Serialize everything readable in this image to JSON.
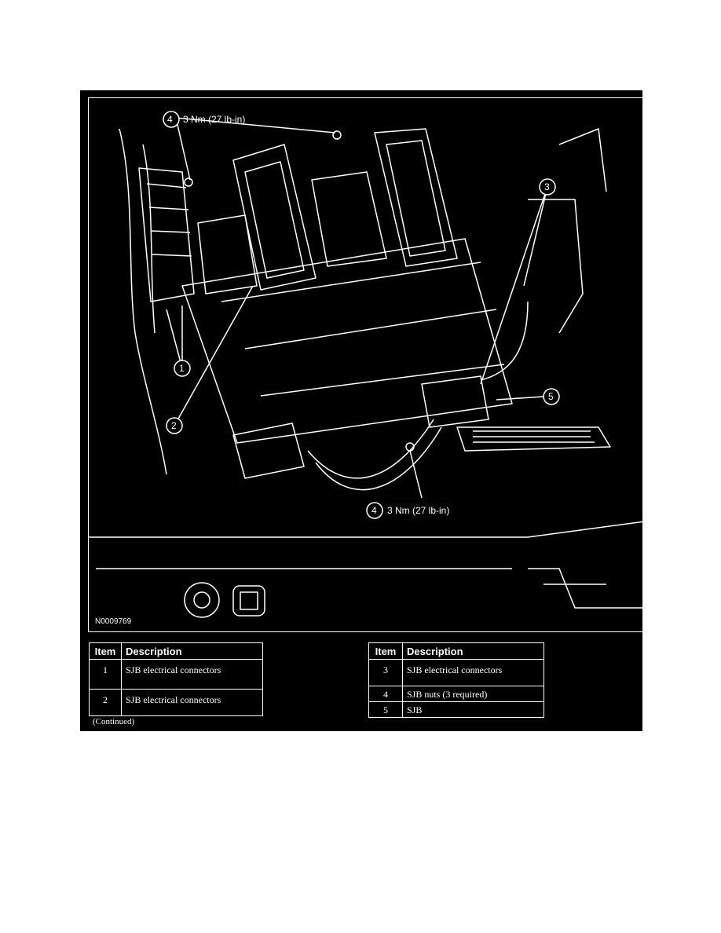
{
  "figure": {
    "id_label": "N0009769",
    "callouts": [
      {
        "number": "4",
        "text": "3 Nm (27 lb-in)"
      },
      {
        "number": "3",
        "text": ""
      },
      {
        "number": "1",
        "text": ""
      },
      {
        "number": "2",
        "text": ""
      },
      {
        "number": "5",
        "text": ""
      },
      {
        "number": "4",
        "text": "3 Nm (27 lb-in)"
      }
    ]
  },
  "legend_left": {
    "headers": [
      "Item",
      "Description"
    ],
    "rows": [
      {
        "item": "1",
        "description": "SJB electrical connectors"
      },
      {
        "item": "2",
        "description": "SJB electrical connectors"
      }
    ]
  },
  "legend_right": {
    "headers": [
      "Item",
      "Description"
    ],
    "rows": [
      {
        "item": "3",
        "description": "SJB electrical connectors"
      },
      {
        "item": "4",
        "description": "SJB nuts (3 required)"
      },
      {
        "item": "5",
        "description": "SJB"
      }
    ]
  },
  "continued_note": "(Continued)"
}
